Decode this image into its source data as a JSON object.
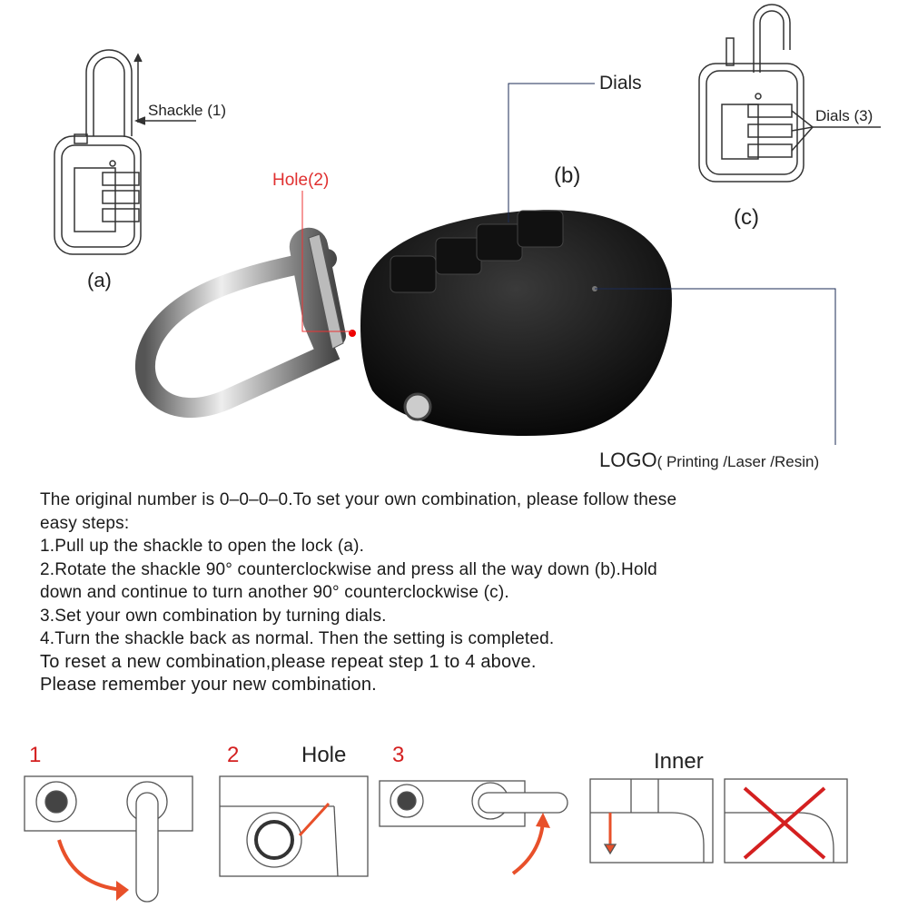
{
  "figure_labels": {
    "shackle": "Shackle (1)",
    "a": "(a)",
    "hole": "Hole(2)",
    "dials_top": "Dials",
    "b": "(b)",
    "dials_c": "Dials (3)",
    "c": "(c)",
    "logo": "LOGO",
    "logo_note": "( Printing /Laser /Resin)"
  },
  "instructions": [
    "The original number is 0–0–0–0.To set your own combination, please follow these",
    "easy steps:",
    "1.Pull up the shackle to open the lock (a).",
    "2.Rotate the shackle 90°   counterclockwise and press all the way down (b).Hold",
    "down and continue to turn another 90°  counterclockwise (c).",
    "3.Set your own combination by turning dials.",
    "4.Turn the shackle back as normal. Then the setting is completed.",
    "To reset a new combination,please repeat step 1 to 4 above.",
    "Please remember your new combination."
  ],
  "steps": {
    "step1": "1",
    "step2": "2",
    "step2_label": "Hole",
    "step3": "3",
    "inner_label": "Inner"
  },
  "colors": {
    "accent_red": "#d42020",
    "arrow_orange": "#e8502a"
  }
}
